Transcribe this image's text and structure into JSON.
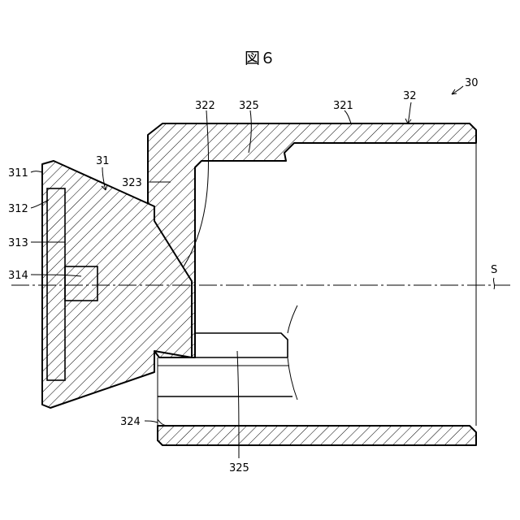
{
  "figure": {
    "title": "図６"
  },
  "labels": {
    "assembly": "30",
    "part_31": "31",
    "part_32": "32",
    "part_311": "311",
    "part_312": "312",
    "part_313": "313",
    "part_314": "314",
    "part_321": "321",
    "part_322": "322",
    "part_323": "323",
    "part_324": "324",
    "part_325_top": "325",
    "part_325_bottom": "325",
    "axis_s": "S"
  }
}
